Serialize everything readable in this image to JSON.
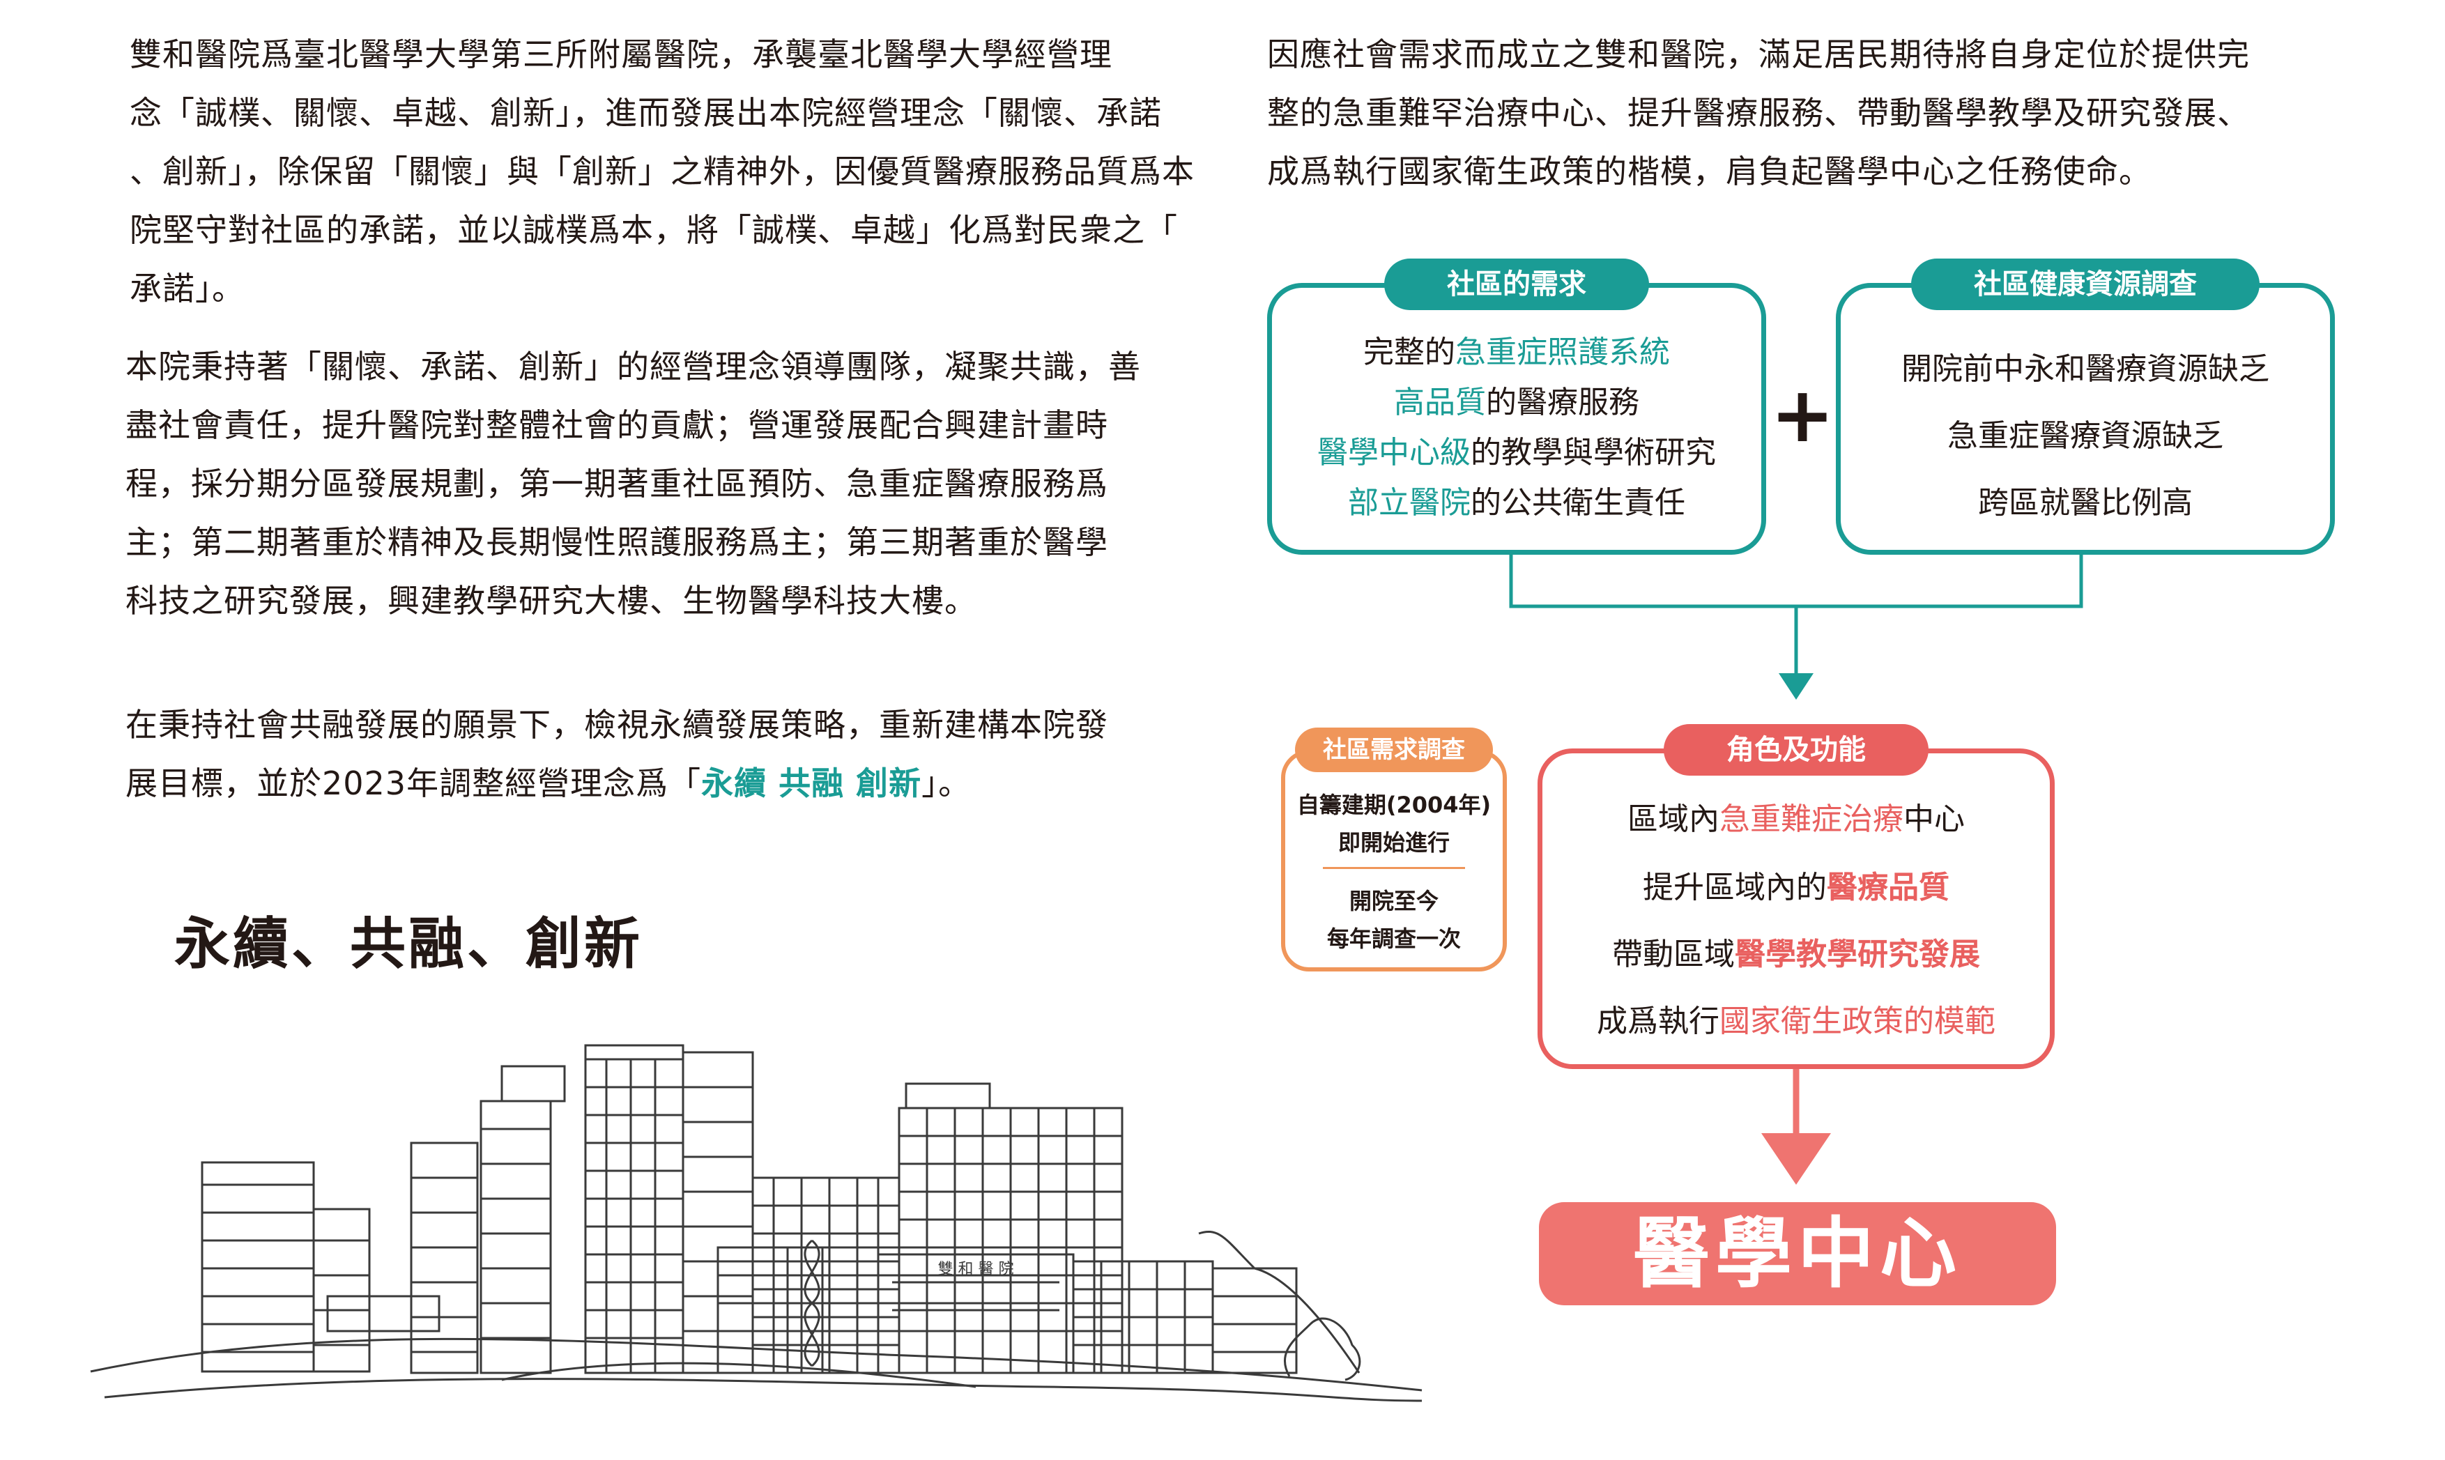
{
  "left": {
    "para1": [
      "雙和醫院爲臺北醫學大學第三所附屬醫院，承襲臺北醫學大學經營理",
      "念「誠樸、關懷、卓越、創新」，進而發展出本院經營理念「關懷、承諾",
      "、創新」，除保留「關懷」與「創新」之精神外，因優質醫療服務品質爲本",
      "院堅守對社區的承諾，並以誠樸爲本，將「誠樸、卓越」化爲對民衆之「",
      "承諾」。"
    ],
    "para2": [
      "本院秉持著「關懷、承諾、創新」的經營理念領導團隊，凝聚共識，善",
      "盡社會責任，提升醫院對整體社會的貢獻；營運發展配合興建計畫時",
      "程，採分期分區發展規劃，第一期著重社區預防、急重症醫療服務爲",
      "主；第二期著重於精神及長期慢性照護服務爲主；第三期著重於醫學",
      "科技之研究發展，興建教學研究大樓、生物醫學科技大樓。"
    ],
    "para3": {
      "line1": "在秉持社會共融發展的願景下，檢視永續發展策略，重新建構本院發",
      "line2_pre": "展目標，並於2023年調整經營理念爲「",
      "line2_hl": "永續 共融 創新",
      "line2_post": "」。"
    },
    "motto": "永續、共融、創新",
    "hospital_sign": "雙 和 醫 院"
  },
  "right": {
    "intro": [
      "因應社會需求而成立之雙和醫院，滿足居民期待將自身定位於提供完",
      "整的急重難罕治療中心、提升醫療服務、帶動醫學教學及研究發展、",
      "成爲執行國家衛生政策的楷模，肩負起醫學中心之任務使命。"
    ],
    "needs": {
      "title": "社區的需求",
      "r1_pre": "完整的",
      "r1_hl": "急重症照護系統",
      "r2_hl": "高品質",
      "r2_post": "的醫療服務",
      "r3_hl": "醫學中心級",
      "r3_post": "的教學與學術研究",
      "r4_hl": "部立醫院",
      "r4_post": "的公共衛生責任"
    },
    "plus": "+",
    "resources": {
      "title": "社區健康資源調查",
      "items": [
        "開院前中永和醫療資源缺乏",
        "急重症醫療資源缺乏",
        "跨區就醫比例高"
      ]
    },
    "survey": {
      "title": "社區需求調查",
      "l1": "自籌建期(2004年)",
      "l2": "即開始進行",
      "l3": "開院至今",
      "l4": "每年調查一次"
    },
    "roles": {
      "title": "角色及功能",
      "r1_pre": "區域內",
      "r1_hl": "急重難症治療",
      "r1_post": "中心",
      "r2_pre": "提升區域內的",
      "r2_hl": "醫療品質",
      "r3_pre": "帶動區域",
      "r3_hl": "醫學教學研究發展",
      "r4_pre": "成爲執行",
      "r4_hl": "國家衛生政策的模範"
    },
    "final": "醫學中心"
  },
  "colors": {
    "teal": "#1a9c95",
    "coral": "#e9605f",
    "orange": "#f0965a",
    "final_bg": "#ef7470"
  }
}
